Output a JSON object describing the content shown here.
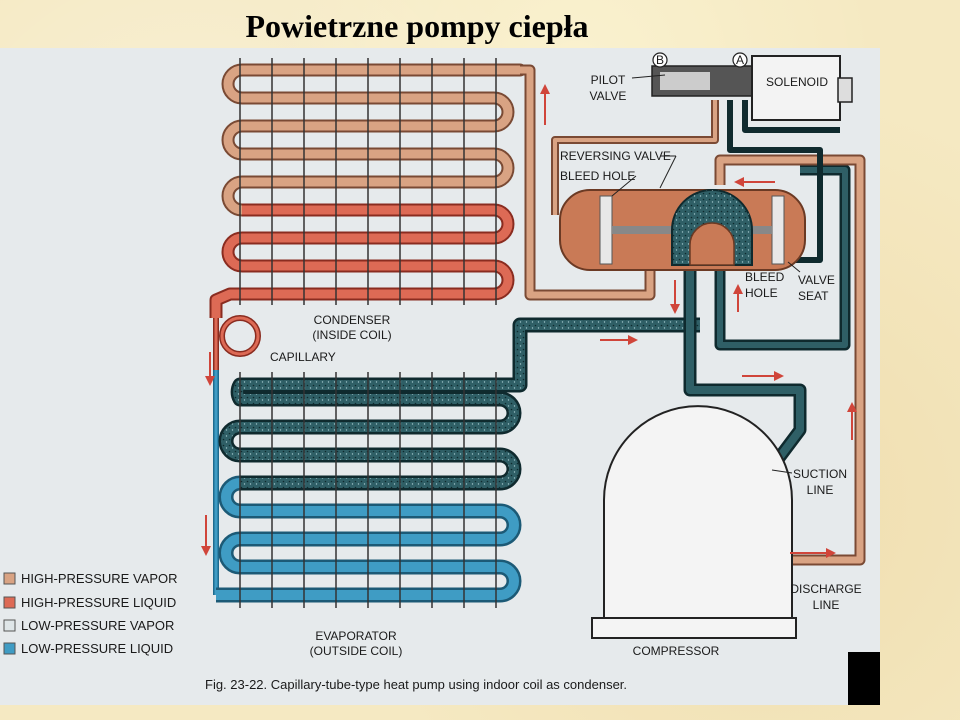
{
  "title": "Powietrzne pompy ciepła",
  "labels": {
    "pilot_valve": [
      "PILOT",
      "VALVE"
    ],
    "solenoid": "SOLENOID",
    "marker_a": "A",
    "marker_b": "B",
    "reversing_valve": "REVERSING VALVE",
    "bleed_hole_top": "BLEED HOLE",
    "bleed_hole_right": [
      "BLEED",
      "HOLE"
    ],
    "valve_seat": [
      "VALVE",
      "SEAT"
    ],
    "condenser": [
      "CONDENSER",
      "(INSIDE COIL)"
    ],
    "capillary": "CAPILLARY",
    "suction_line": [
      "SUCTION",
      "LINE"
    ],
    "discharge_line": [
      "DISCHARGE",
      "LINE"
    ],
    "compressor": "COMPRESSOR",
    "evaporator": [
      "EVAPORATOR",
      "(OUTSIDE COIL)"
    ]
  },
  "legend": [
    {
      "label": "HIGH-PRESSURE VAPOR",
      "color": "#d9a383"
    },
    {
      "label": "HIGH-PRESSURE LIQUID",
      "color": "#dd6a55"
    },
    {
      "label": "LOW-PRESSURE VAPOR",
      "color": "#dfe6e8"
    },
    {
      "label": "LOW-PRESSURE LIQUID",
      "color": "#3f9cc4"
    }
  ],
  "caption": "Fig. 23-22. Capillary-tube-type heat pump using indoor coil as condenser.",
  "colors": {
    "hp_vapor": "#d9a383",
    "hp_liquid": "#dd6a55",
    "lp_vapor": "#2f5f66",
    "lp_liquid": "#3f9cc4",
    "arrow": "#d0453a",
    "fin": "#333333"
  }
}
